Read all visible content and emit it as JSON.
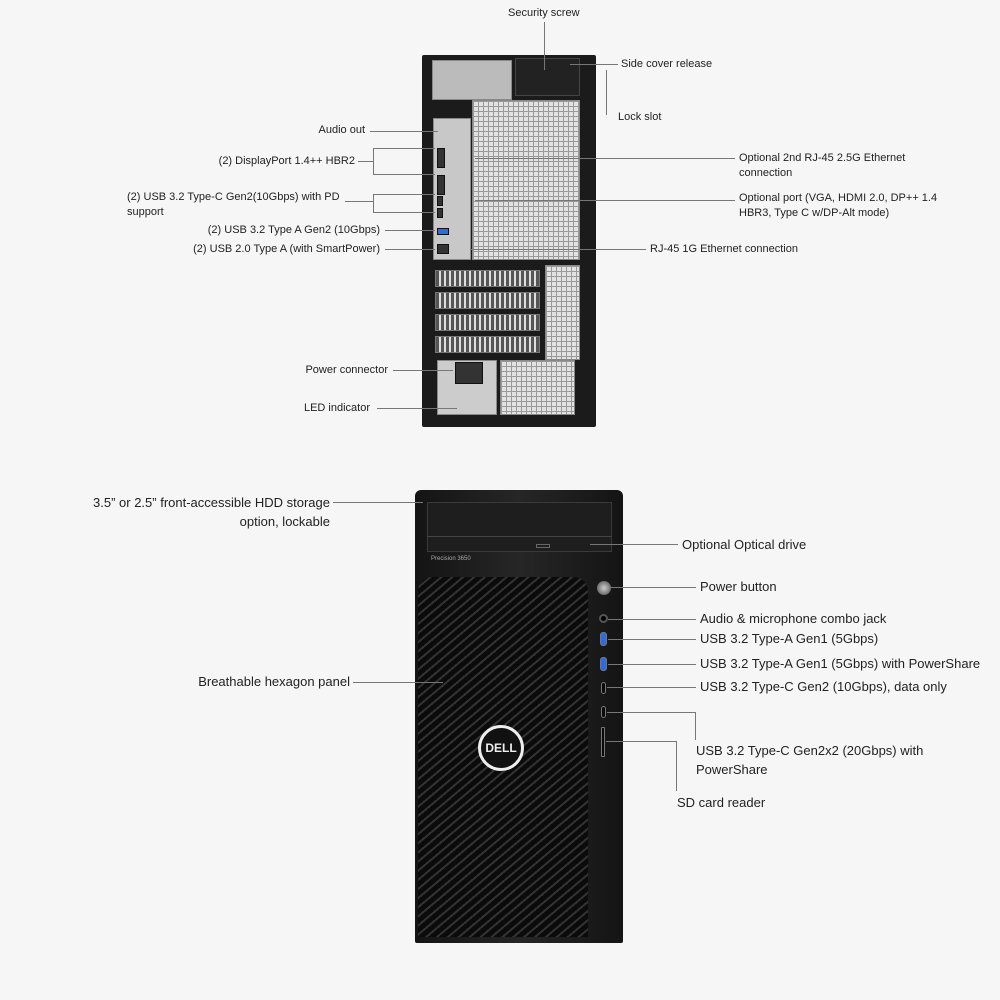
{
  "rear": {
    "labels": {
      "security_screw": "Security screw",
      "side_cover": "Side cover release",
      "lock_slot": "Lock slot",
      "audio_out": "Audio out",
      "displayport": "(2) DisplayPort 1.4++ HBR2",
      "usb_c": "(2) USB 3.2 Type-C Gen2(10Gbps) with PD support",
      "usb_a_gen2": "(2) USB 3.2 Type A Gen2 (10Gbps)",
      "usb2": "(2) USB 2.0 Type A (with SmartPower)",
      "eth2": "Optional 2nd RJ-45 2.5G Ethernet connection",
      "opt_port": "Optional port (VGA, HDMI 2.0, DP++ 1.4 HBR3, Type C w/DP-Alt mode)",
      "rj45": "RJ-45 1G Ethernet connection",
      "power": "Power connector",
      "led": "LED indicator"
    }
  },
  "front": {
    "model": "Precision 3650",
    "logo": "DELL",
    "labels": {
      "hdd": "3.5” or 2.5” front-accessible HDD storage option, lockable",
      "optical": "Optional Optical drive",
      "power_button": "Power button",
      "audio": "Audio & microphone combo jack",
      "usb_a1": "USB 3.2 Type-A Gen1 (5Gbps)",
      "usb_a2": "USB 3.2 Type-A Gen1 (5Gbps) with PowerShare",
      "usb_c1": "USB 3.2 Type-C Gen2 (10Gbps), data only",
      "usb_c2": "USB 3.2 Type-C Gen2x2 (20Gbps) with PowerShare",
      "hexagon": "Breathable hexagon panel",
      "sd": "SD card reader"
    }
  }
}
